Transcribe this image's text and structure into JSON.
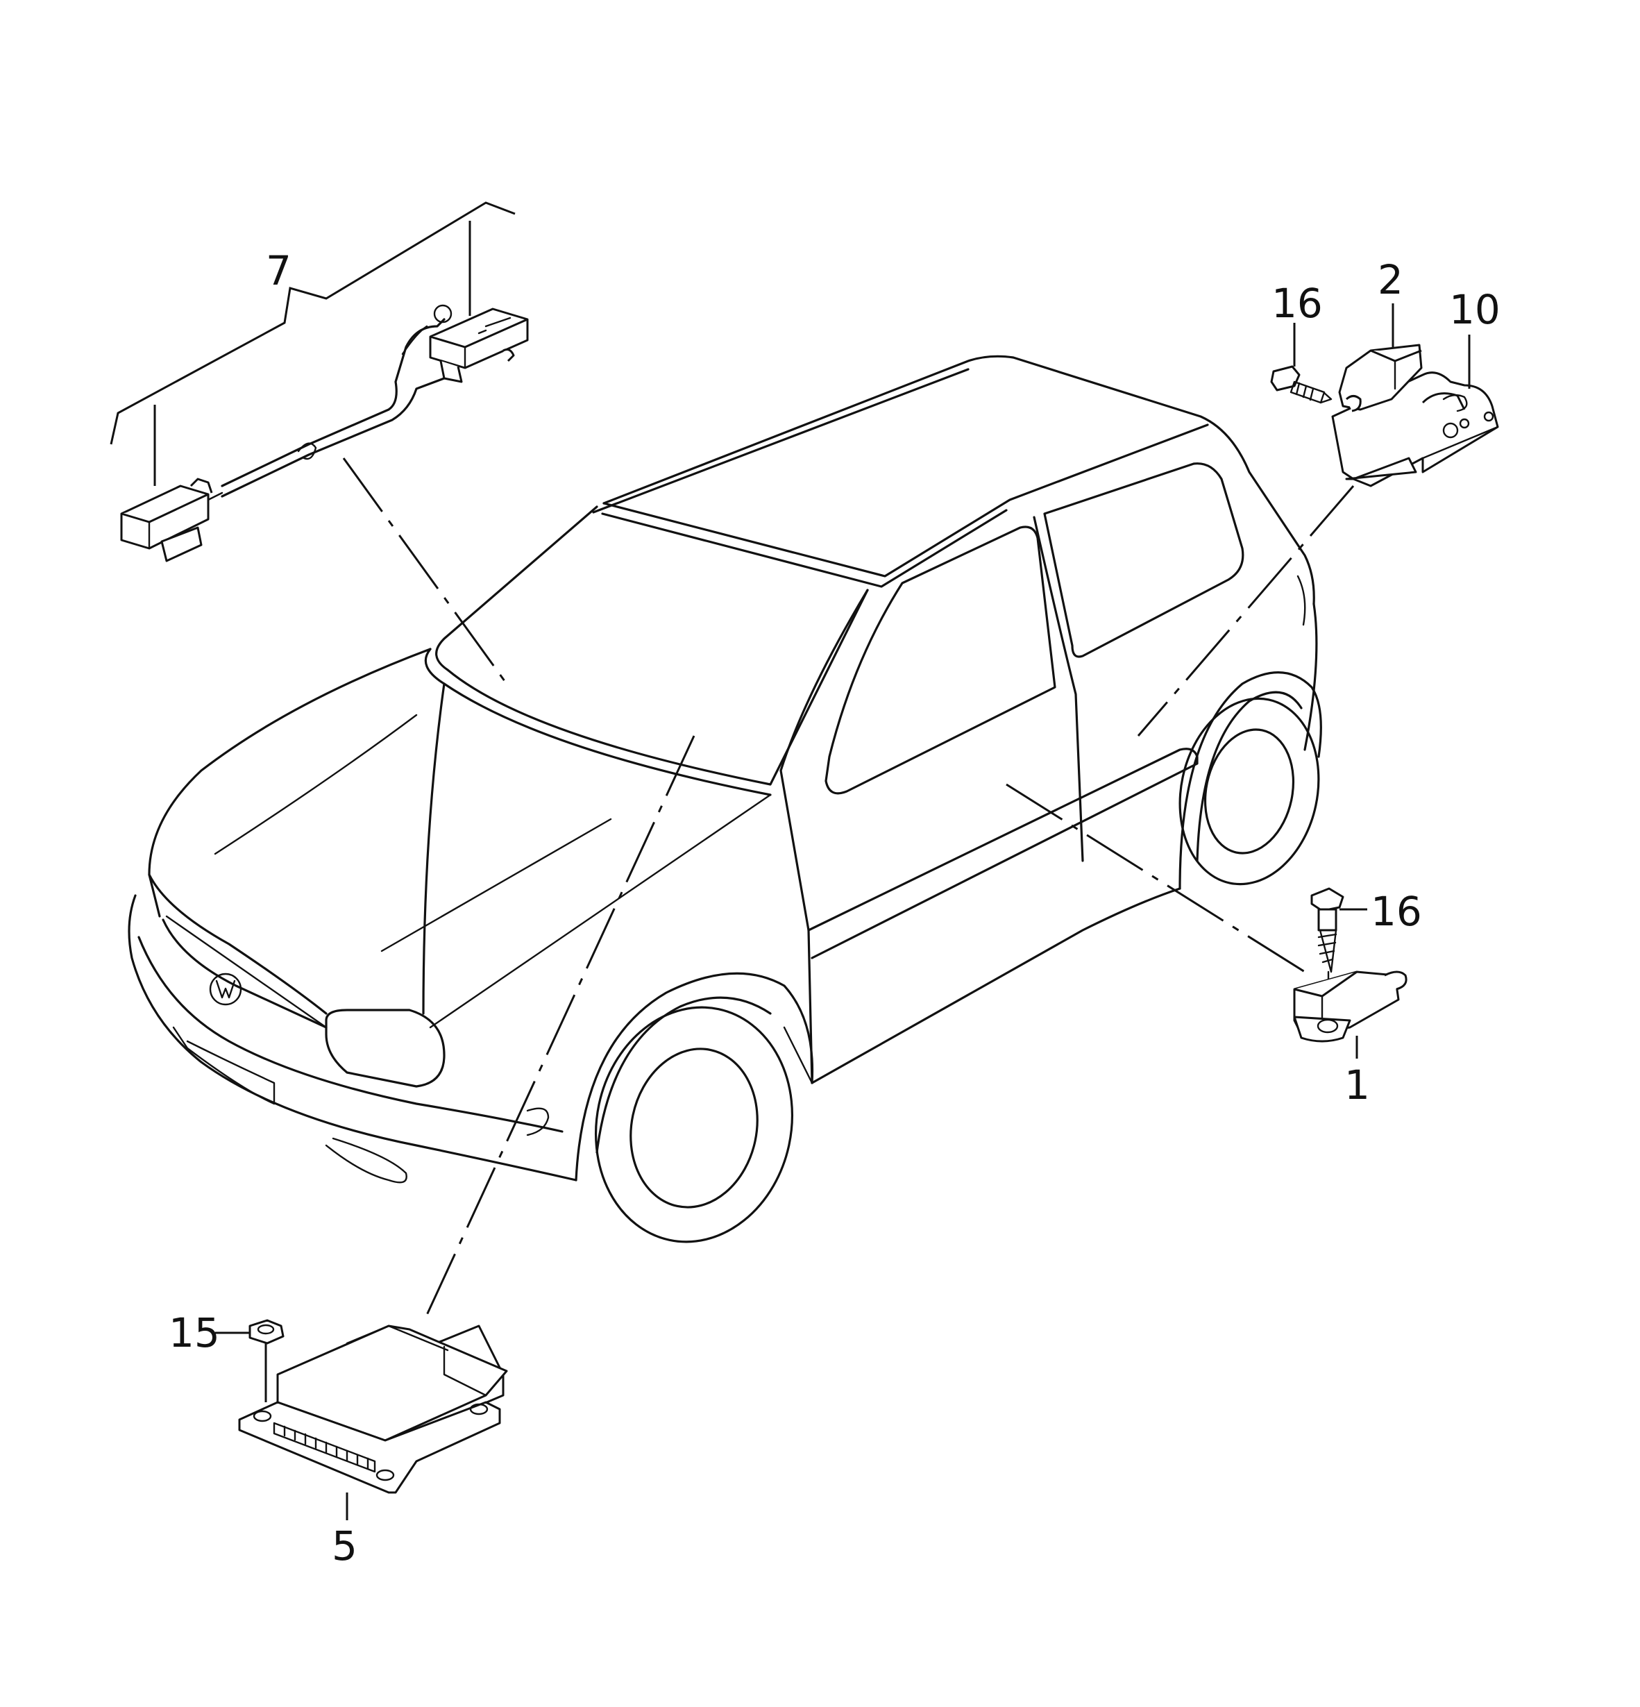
{
  "callouts": {
    "c1": "1",
    "c2": "2",
    "c5": "5",
    "c7": "7",
    "c10": "10",
    "c15": "15",
    "c16a": "16",
    "c16b": "16"
  }
}
